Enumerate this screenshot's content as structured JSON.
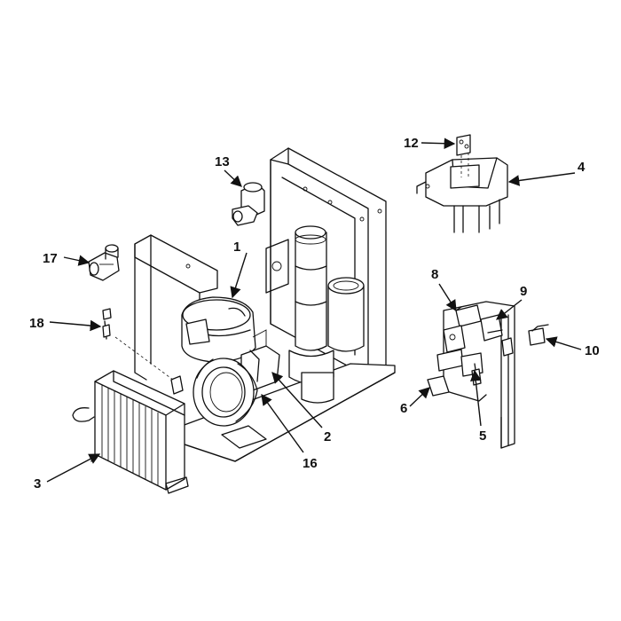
{
  "callouts": {
    "c1": "1",
    "c2": "2",
    "c3": "3",
    "c4": "4",
    "c5": "5",
    "c6": "6",
    "c8": "8",
    "c9": "9",
    "c10": "10",
    "c12": "12",
    "c13": "13",
    "c16": "16",
    "c17": "17",
    "c18": "18"
  }
}
